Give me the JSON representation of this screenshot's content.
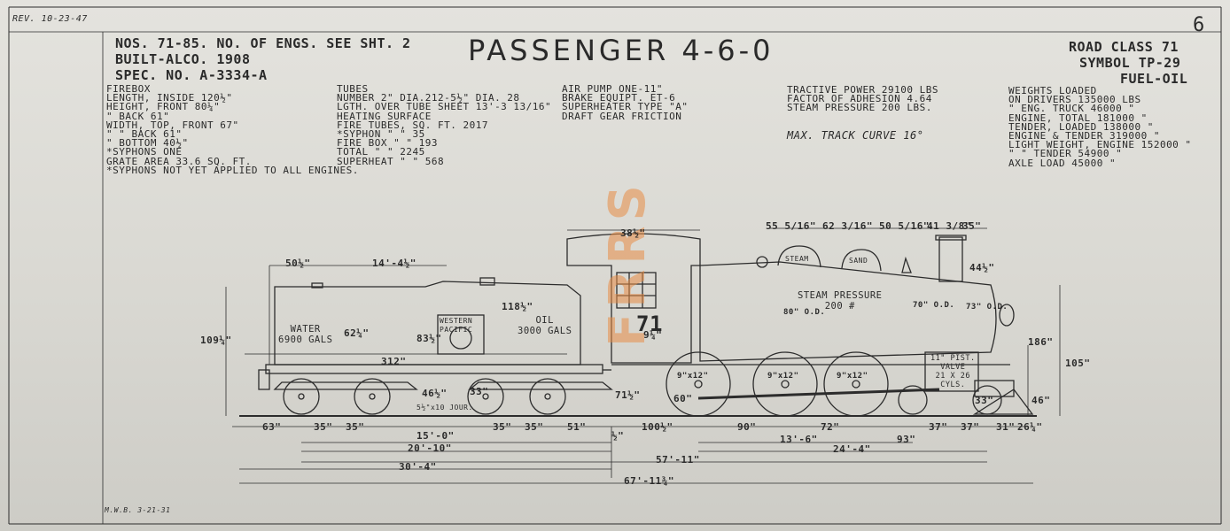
{
  "corner": {
    "rev": "REV. 10-23-47",
    "sheet_no": "6",
    "footer_note": "M.W.B. 3-21-31"
  },
  "header": {
    "line1": "NOS. 71-85. NO. OF ENGS. SEE SHT. 2",
    "line2": "BUILT-ALCO. 1908",
    "line3": "SPEC. NO. A-3334-A",
    "title": "PASSENGER  4-6-0",
    "road_class": "ROAD CLASS 71",
    "symbol": "SYMBOL TP-29",
    "fuel": "FUEL-OIL"
  },
  "firebox": [
    "           FIREBOX",
    "LENGTH, INSIDE          120½\"",
    "HEIGHT, FRONT            80¼\"",
    "   \"    BACK              61\"",
    "WIDTH, TOP, FRONT        67\"",
    "  \"     \"   BACK         61\"",
    "  \"   BOTTOM             40½\"",
    "*SYPHONS             ONE",
    " GRATE AREA    33.6 SQ. FT.",
    "*SYPHONS NOT YET APPLIED TO ALL ENGINES."
  ],
  "tubes": [
    "            TUBES",
    "NUMBER 2\" DIA.212-5½\" DIA. 28",
    "LGTH. OVER TUBE SHEET 13'-3 13/16\"",
    "       HEATING SURFACE",
    "FIRE TUBES, SQ. FT.        2017",
    "*SYPHON       \"   \"          35",
    " FIRE BOX     \"   \"         193",
    " TOTAL        \"   \"        2245",
    " SUPERHEAT    \"   \"         568"
  ],
  "equipment": [
    "AIR PUMP                ONE-11\"",
    "BRAKE EQUIPT.             ET-6",
    "SUPERHEATER            TYPE \"A\"",
    "DRAFT GEAR            FRICTION"
  ],
  "power": [
    "TRACTIVE POWER     29100 LBS",
    "FACTOR OF ADHESION      4.64",
    "STEAM PRESSURE      200 LBS."
  ],
  "curve": "MAX. TRACK CURVE        16°",
  "weights": [
    "        WEIGHTS LOADED",
    "ON DRIVERS          135000 LBS",
    "  \" ENG. TRUCK       46000  \"",
    "ENGINE, TOTAL       181000  \"",
    "TENDER, LOADED      138000  \"",
    "ENGINE & TENDER     319000  \"",
    "LIGHT WEIGHT, ENGINE 152000 \"",
    "   \"      \"   TENDER 54900  \"",
    "AXLE LOAD            45000  \""
  ],
  "drawing": {
    "water": "WATER\n6900 GALS",
    "oil": "OIL\n3000 GALS",
    "herald": "WESTERN\nPACIFIC",
    "engine_number": "71",
    "steam_pressure": "STEAM PRESSURE\n200 #",
    "steam_dome": "STEAM",
    "sand_dome": "SAND",
    "piston_valve": "11\" PIST.\nVALVE\n21 X 26\nCYLS.",
    "journal": "5½\"x10 JOUR.",
    "watermark": "FRRS"
  },
  "dimensions": {
    "d_50": "50½\"",
    "d_14_4": "14'-4½\"",
    "d_109": "109¼\"",
    "d_624": "62¼\"",
    "d_832": "83½\"",
    "d_1182": "118½\"",
    "d_312": "312\"",
    "d_462": "46½\"",
    "d_33": "33\"",
    "d_382": "38½\"",
    "d_712": "71½\"",
    "d_55": "55 5/16\"",
    "d_62": "62 3/16\"",
    "d_50b": "50 5/16\"",
    "d_41": "41 3/8\"",
    "d_35": "35\"",
    "d_80": "80\" O.D.",
    "d_70": "70\" O.D.",
    "d_73": "73\" O.D.",
    "d_44": "44½\"",
    "d_186": "186\"",
    "d_105": "105\"",
    "d_46": "46\"",
    "d_912": "9¼\"",
    "d_60": "60\"",
    "d_33b": "33\"",
    "axle_box": "9\"x12\"",
    "b_63": "63\"",
    "b_35a": "35\"",
    "b_35b": "35\"",
    "b_15": "15'-0\"",
    "b_35c": "35\"",
    "b_35d": "35\"",
    "b_51": "51\"",
    "b_12": "½\"",
    "b_100": "100½\"",
    "b_90": "90\"",
    "b_72": "72\"",
    "b_37a": "37\"",
    "b_37b": "37\"",
    "b_31": "31\"",
    "b_26": "26¼\"",
    "b_20": "20'-10\"",
    "b_13": "13'-6\"",
    "b_93": "93\"",
    "b_24": "24'-4\"",
    "b_30": "30'-4\"",
    "b_57": "57'-11\"",
    "b_67": "67'-11¾\""
  }
}
